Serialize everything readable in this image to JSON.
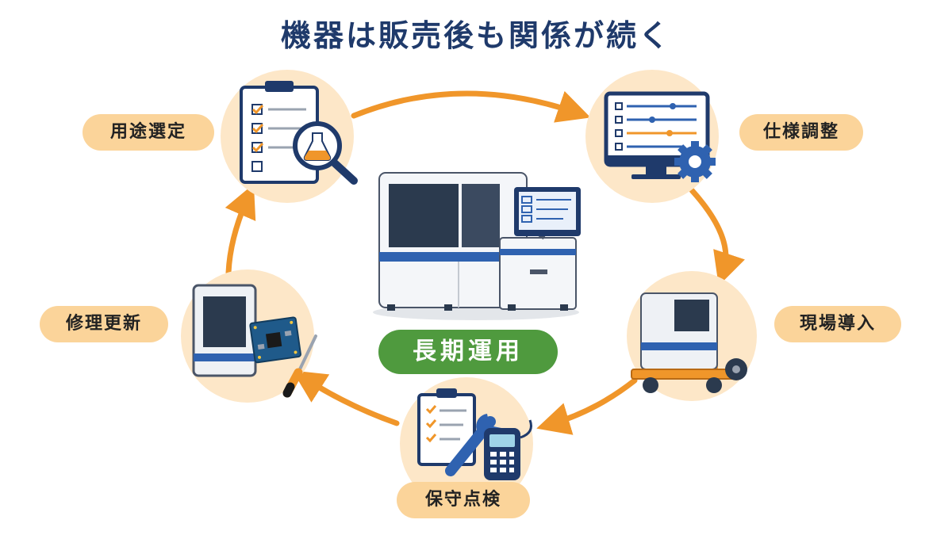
{
  "title": "機器は販売後も関係が続く",
  "center": {
    "label": "長期運用"
  },
  "steps": [
    {
      "label": "用途選定",
      "icon": "clipboard-magnifier-icon"
    },
    {
      "label": "仕様調整",
      "icon": "monitor-settings-icon"
    },
    {
      "label": "現場導入",
      "icon": "equipment-cart-icon"
    },
    {
      "label": "保守点検",
      "icon": "maintenance-tools-icon"
    },
    {
      "label": "修理更新",
      "icon": "circuit-repair-icon"
    }
  ],
  "colors": {
    "accent": "#f0962a",
    "navy": "#1f3a6b",
    "pill": "#fbd49a",
    "circle": "#fde7c8",
    "green": "#4f9a3e",
    "blue": "#2f62b0"
  }
}
